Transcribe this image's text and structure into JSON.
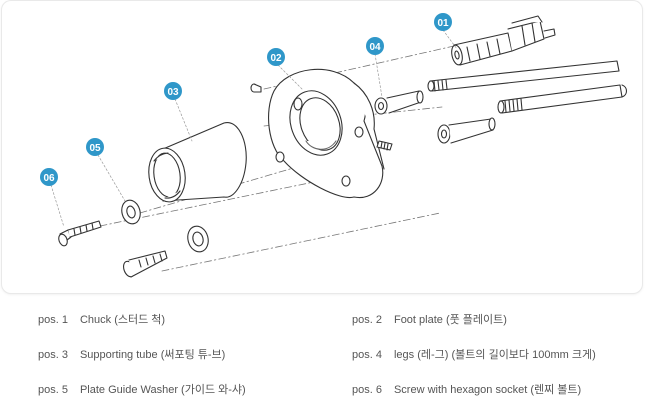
{
  "colors": {
    "badge": "#2f97c9",
    "line": "#333333",
    "text": "#555555"
  },
  "callouts": [
    "01",
    "02",
    "03",
    "04",
    "05",
    "06"
  ],
  "legend": [
    {
      "pos": "pos. 1",
      "desc": "Chuck (스터드 척)"
    },
    {
      "pos": "pos. 2",
      "desc": "Foot plate (풋 플레이트)"
    },
    {
      "pos": "pos. 3",
      "desc": "Supporting tube (써포팅 튜-브)"
    },
    {
      "pos": "pos. 4",
      "desc": "legs (레-그)  (볼트의 길이보다 100mm 크게)"
    },
    {
      "pos": "pos. 5",
      "desc": "Plate Guide Washer  (가이드 와-샤)"
    },
    {
      "pos": "pos. 6",
      "desc": "Screw with hexagon socket (렌찌 볼트)"
    }
  ]
}
